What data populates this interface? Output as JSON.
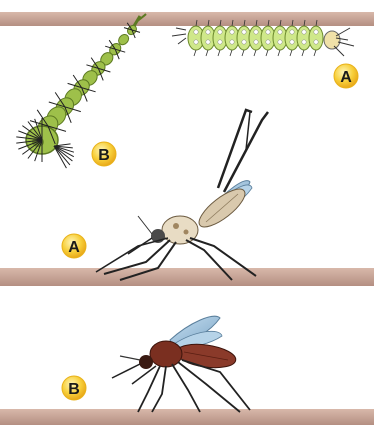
{
  "labels": {
    "larva_a": "A",
    "larva_b": "B",
    "adult_a": "A",
    "adult_b": "B"
  },
  "colors": {
    "bar": "#c9a595",
    "bar_edge": "#a8837a",
    "badge_fill": "#f7cf3a",
    "badge_ring": "#e9b21a",
    "larva_b_body": "#9ec04a",
    "larva_b_dark": "#5d7a22",
    "larva_a_body": "#cfe88a",
    "larva_a_spots": "#ffffff",
    "adult_a_body": "#d9c9ad",
    "adult_b_body": "#8a3a2a",
    "wing": "#9fc3dc",
    "leg": "#333333"
  },
  "icons": [
    "larva-b-icon",
    "larva-a-icon",
    "mosquito-a-icon",
    "mosquito-b-icon"
  ]
}
